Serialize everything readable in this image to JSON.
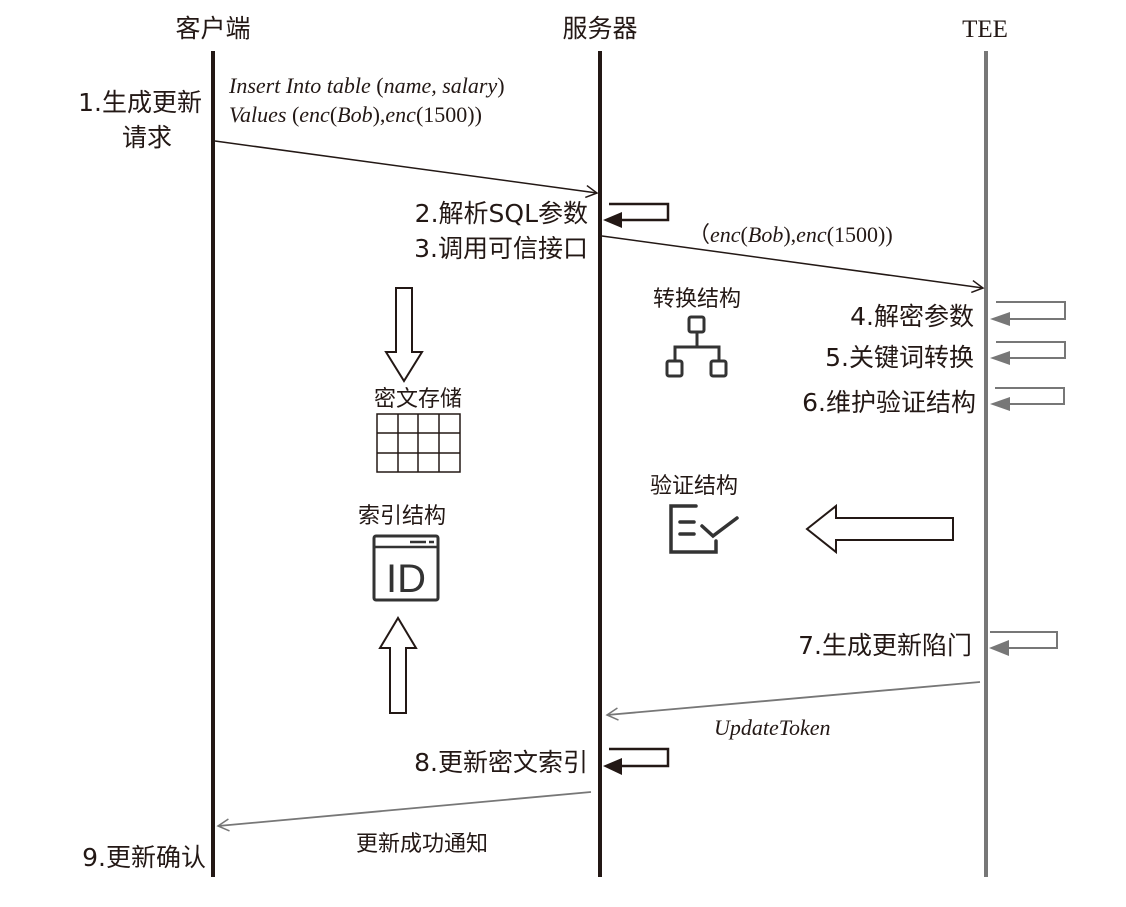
{
  "participants": [
    {
      "id": "client",
      "label": "客户端"
    },
    {
      "id": "server",
      "label": "服务器"
    },
    {
      "id": "tee",
      "label": "TEE"
    }
  ],
  "colors": {
    "client_line": "#231815",
    "server_line": "#231815",
    "tee_line": "#777777",
    "tee_messages": "#777777",
    "ink": "#231815"
  },
  "steps": {
    "s1_line1": "1.生成更新",
    "s1_line2": "请求",
    "s2": "2.解析SQL参数",
    "s3": "3.调用可信接口",
    "s4": "4.解密参数",
    "s5": "5.关键词转换",
    "s6": "6.维护验证结构",
    "s7": "7.生成更新陷门",
    "s8": "8.更新密文索引",
    "s9": "9.更新确认"
  },
  "messages": {
    "sql_line1": {
      "italic1": "Insert Into table",
      "plain1": " (",
      "italic2": "name, salary",
      "plain2": ")"
    },
    "sql_line2": {
      "italic1": "Values",
      "plain1": " (",
      "italic2": "enc",
      "plain2": "(",
      "italic3": "Bob",
      "plain3": "),",
      "italic4": "enc",
      "plain4": "(1500))"
    },
    "tee_params": {
      "plain0": "（",
      "italic1": "enc",
      "plain1": "(",
      "italic2": "Bob",
      "plain2": "),",
      "italic3": "enc",
      "plain3": "(1500))"
    },
    "update_token": "UpdateToken",
    "success_notice": "更新成功通知"
  },
  "structures": {
    "cipher_storage": {
      "label": "密文存储",
      "icon": "table-grid-icon"
    },
    "index_structure": {
      "label": "索引结构",
      "icon": "id-card-icon"
    },
    "transform_structure": {
      "label": "转换结构",
      "icon": "hierarchy-tree-icon"
    },
    "verify_structure": {
      "label": "验证结构",
      "icon": "checklist-icon"
    },
    "id_glyph": "ID"
  }
}
